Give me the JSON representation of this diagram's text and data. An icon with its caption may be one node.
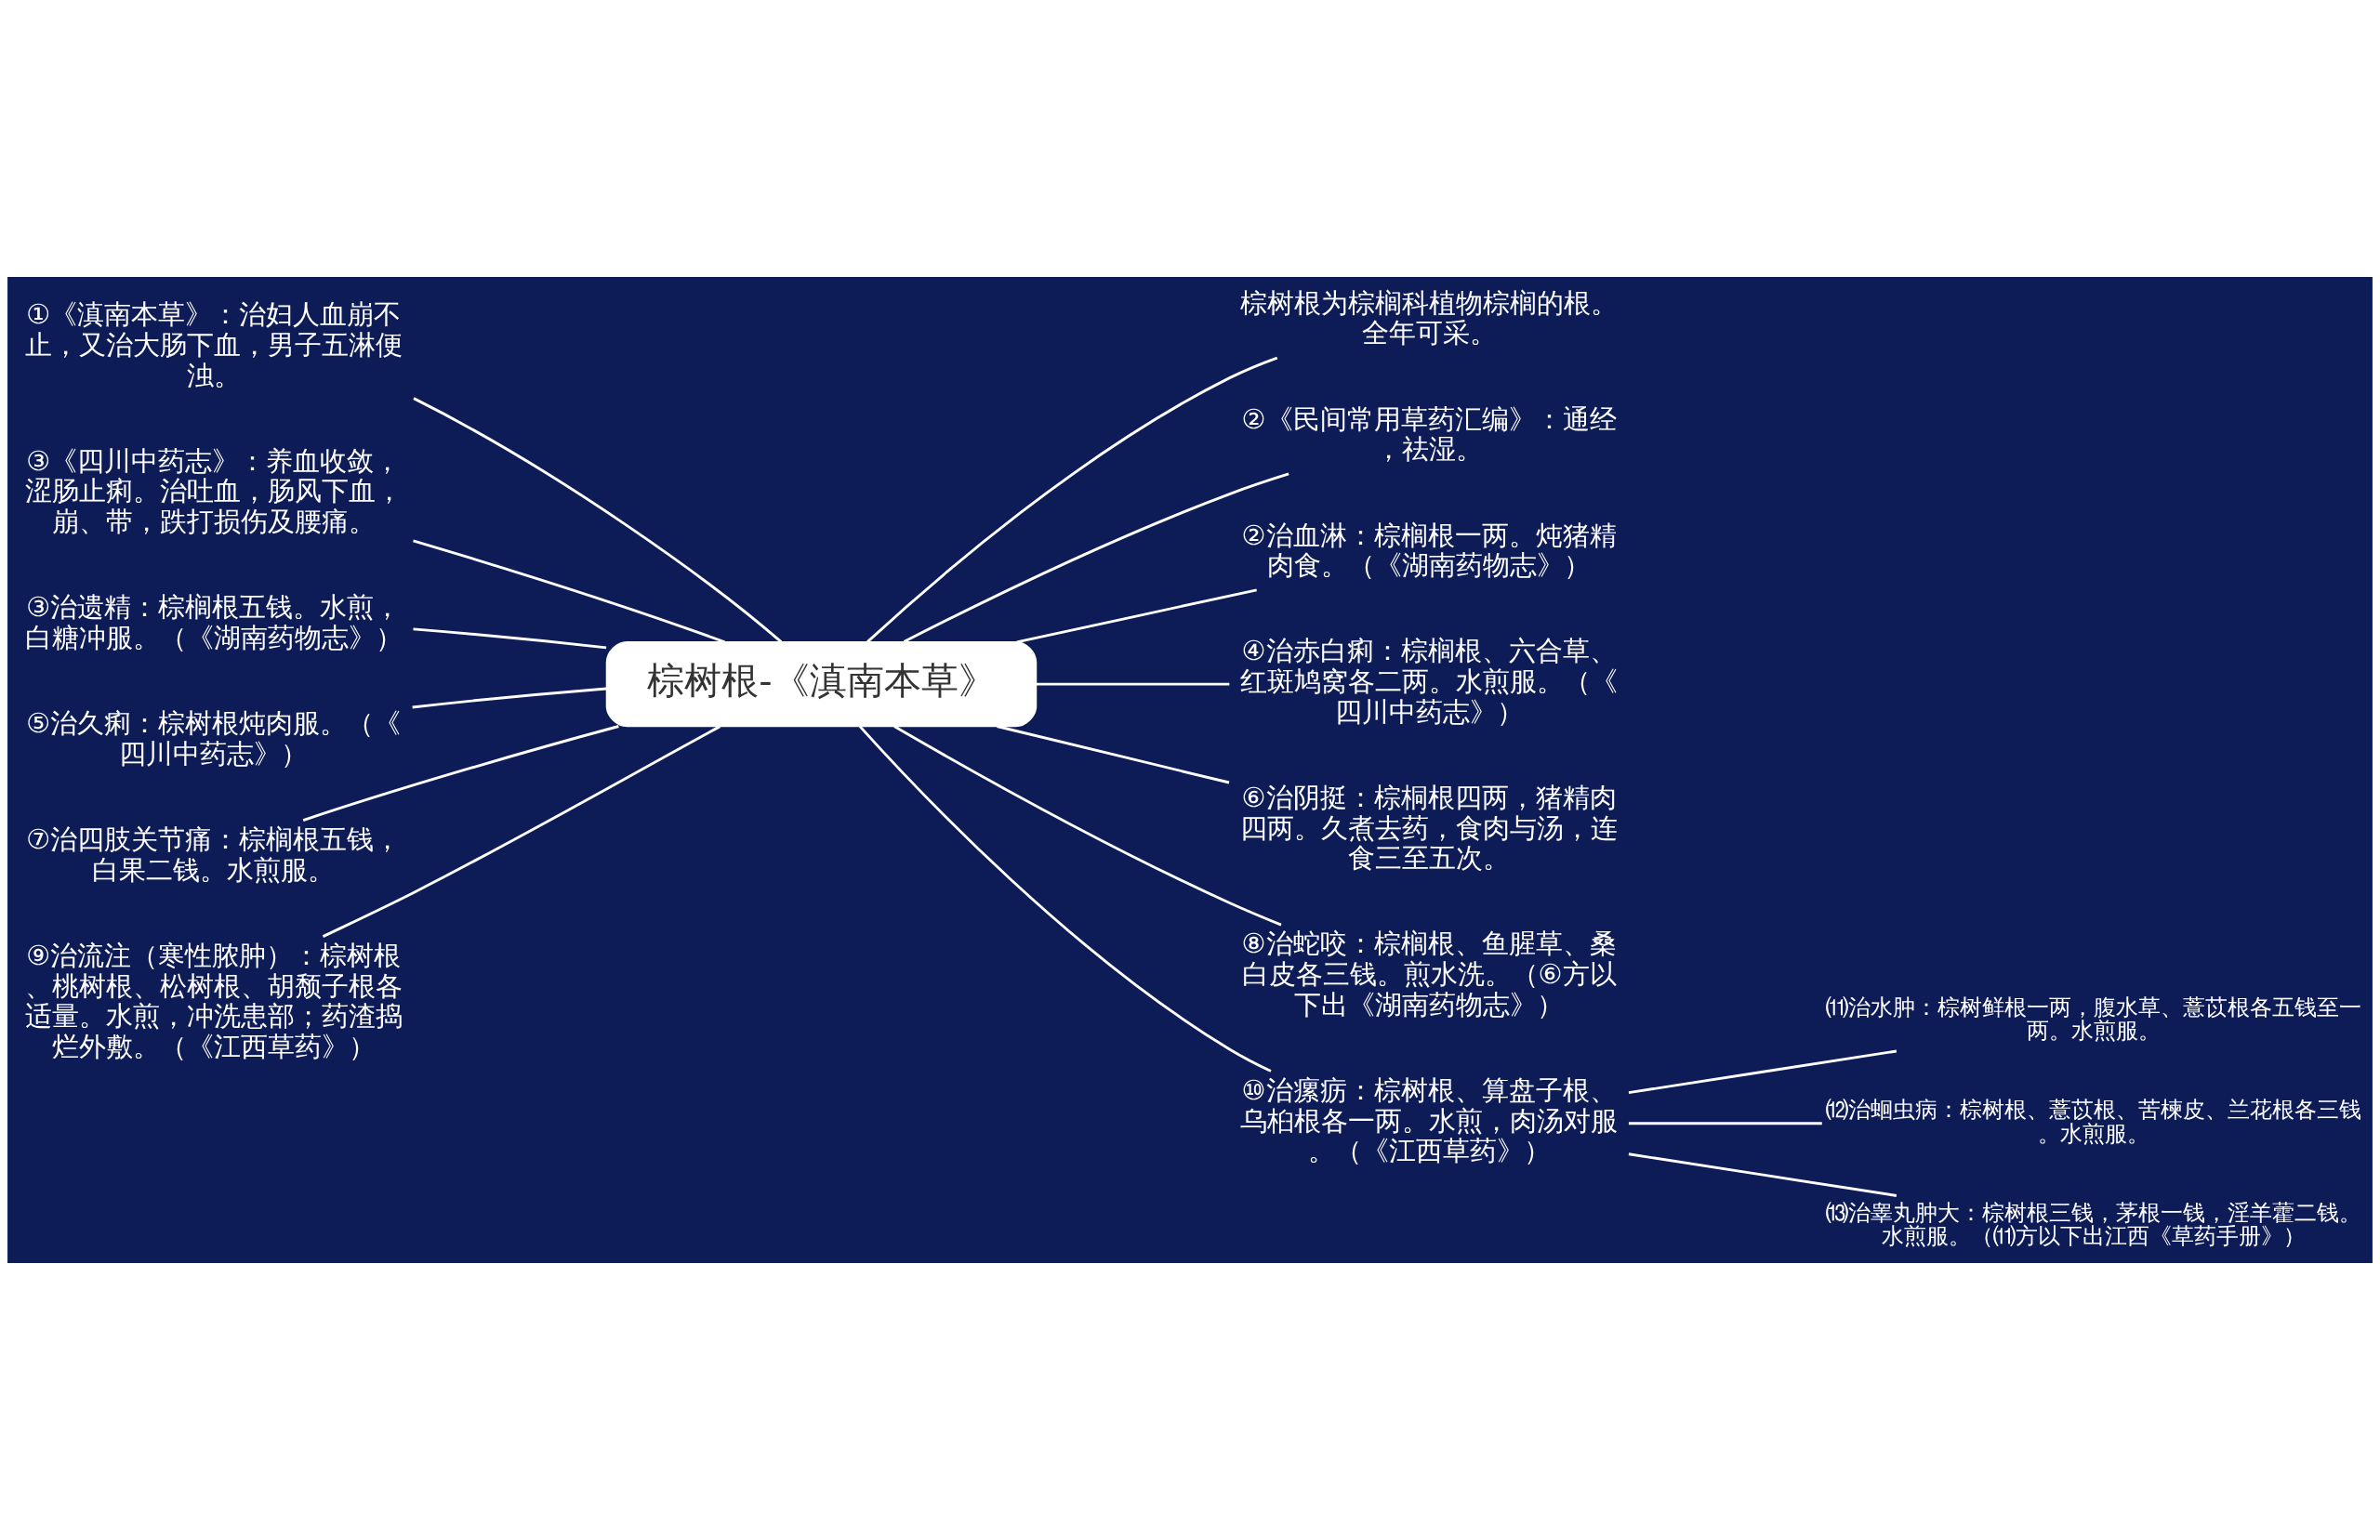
{
  "diagram": {
    "nodes": [
      {
        "text": [
          "棕树根-《滇南本草》"
        ]
      },
      {
        "text": [
          "棕树根为棕榈科植物棕榈的根。全年可采。"
        ]
      },
      {
        "text": [
          "②《民间常用草药汇编》：通经，祛湿。"
        ]
      },
      {
        "text": [
          "②治血淋：棕榈根一两。炖猪精肉食。（《湖南药物志》）"
        ]
      },
      {
        "text": [
          "④治赤白痢：棕榈根、六合草、红斑鸠窝各二两。水煎服。（《四川中药志》）"
        ]
      },
      {
        "text": [
          "⑥治阴挺：棕桐根四两，猪精肉四两。久煮去药，食肉与汤，连食三至五次。"
        ]
      },
      {
        "text": [
          "⑧治蛇咬：棕榈根、鱼腥草、桑白皮各三钱。煎水洗。（⑥方以下出《湖南药物志》）"
        ]
      },
      {
        "text": [
          "⑩治瘰疬：棕树根、算盘子根、乌桕根各一两。水煎，肉汤对服。（《江西草药》）"
        ]
      },
      {
        "text": [
          "①《滇南本草》：治妇人血崩不止，又治大肠下血，男子五淋便浊。"
        ]
      },
      {
        "text": [
          "③《四川中药志》：养血收敛，涩肠止痢。治吐血，肠风下血，崩、带，跌打损伤及腰痛。"
        ]
      },
      {
        "text": [
          "③治遗精：棕榈根五钱。水煎，白糖冲服。（《湖南药物志》）"
        ]
      },
      {
        "text": [
          "⑤治久痢：棕树根炖肉服。（《四川中药志》）"
        ]
      },
      {
        "text": [
          "⑦治四肢关节痛：棕榈根五钱，白果二钱。水煎服。"
        ]
      },
      {
        "text": [
          "⑨治流注（寒性脓肿）：棕树根、桃树根、松树根、胡颓子根各适量。水煎，冲洗患部；药渣捣烂外敷。（《江西草药》）"
        ]
      },
      {
        "text": [
          "⑾治水肿：棕树鲜根一两，腹水草、薏苡根各五钱至一两。水煎服。"
        ]
      },
      {
        "text": [
          "⑿治蛔虫病：棕树根、薏苡根、苦楝皮、兰花根各三钱。水煎服。"
        ]
      },
      {
        "text": [
          "⒀治睾丸肿大：棕树根三钱，茅根一钱，淫羊藿二钱。水煎服。（⑾方以下出江西《草药手册》）"
        ]
      }
    ],
    "edges": [
      {
        "from": 0,
        "to": 1,
        "arrow": "none"
      },
      {
        "from": 0,
        "to": 2,
        "arrow": "none"
      },
      {
        "from": 0,
        "to": 3,
        "arrow": "none"
      },
      {
        "from": 0,
        "to": 4,
        "arrow": "none"
      },
      {
        "from": 0,
        "to": 5,
        "arrow": "none"
      },
      {
        "from": 0,
        "to": 6,
        "arrow": "none"
      },
      {
        "from": 0,
        "to": 7,
        "arrow": "none"
      },
      {
        "from": 0,
        "to": 8,
        "arrow": "none"
      },
      {
        "from": 0,
        "to": 9,
        "arrow": "none"
      },
      {
        "from": 0,
        "to": 10,
        "arrow": "none"
      },
      {
        "from": 0,
        "to": 11,
        "arrow": "none"
      },
      {
        "from": 0,
        "to": 12,
        "arrow": "none"
      },
      {
        "from": 0,
        "to": 13,
        "arrow": "none"
      },
      {
        "from": 7,
        "to": 14,
        "arrow": "none"
      },
      {
        "from": 7,
        "to": 15,
        "arrow": "none"
      },
      {
        "from": 7,
        "to": 16,
        "arrow": "none"
      }
    ]
  }
}
